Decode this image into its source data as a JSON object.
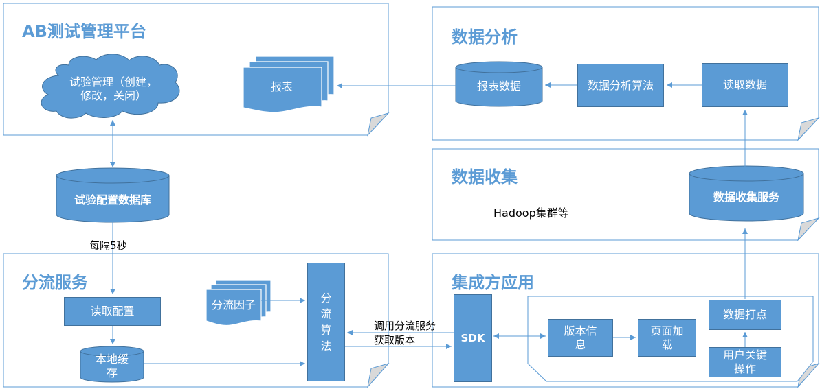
{
  "panels": {
    "ab_platform": {
      "title": "AB测试管理平台"
    },
    "data_analysis": {
      "title": "数据分析"
    },
    "data_collection": {
      "title": "数据收集"
    },
    "split_service": {
      "title": "分流服务"
    },
    "integration": {
      "title": "集成方应用"
    }
  },
  "nodes": {
    "experiment_mgmt": "试验管理（创建，修改，关闭）",
    "report": "报表",
    "report_data": "报表数据",
    "analysis_algo": "数据分析算法",
    "read_data": "读取数据",
    "config_db": "试验配置数据库",
    "hadoop": "Hadoop集群等",
    "collect_service": "数据收集服务",
    "read_config": "读取配置",
    "local_cache": "本地缓存",
    "split_factor": "分流因子",
    "split_algo_chars": [
      "分",
      "流",
      "算",
      "法"
    ],
    "sdk": "SDK",
    "version_info": "版本信息",
    "page_load": "页面加载",
    "tracking": "数据打点",
    "user_action": "用户关键操作"
  },
  "edge_labels": {
    "every_5s": "每隔5秒",
    "call_split_1": "调用分流服务",
    "call_split_2": "获取版本"
  },
  "colors": {
    "box_fill": "#5b9bd5",
    "box_stroke": "#41719c",
    "line": "#5b9bd5",
    "panel_stroke": "#5b9bd5",
    "fold": "#d9d9d9"
  }
}
